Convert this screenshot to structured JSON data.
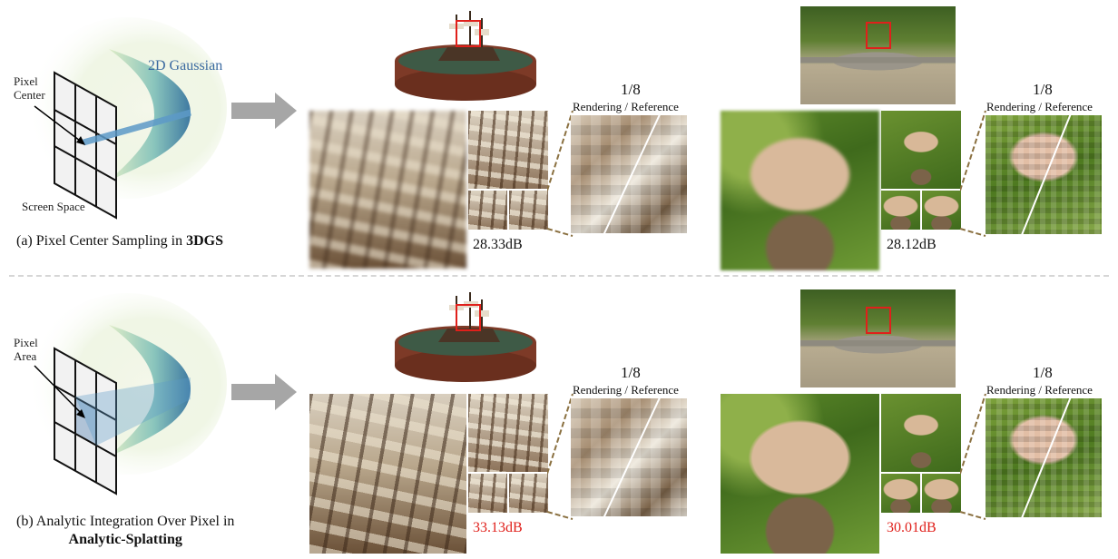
{
  "rows": [
    {
      "id": "top",
      "caption": {
        "text": "(a) Pixel Center Sampling in ",
        "bold": "3DGS"
      },
      "diagram": {
        "pixel_label": "Pixel\nCenter",
        "screen_label": "Screen Space",
        "gaussian_label": "2D Gaussian"
      },
      "ship": {
        "scale": "1/8",
        "compare": "Rendering / Reference",
        "psnr": "28.33dB",
        "psnr_color": "#111111"
      },
      "garden": {
        "scale": "1/8",
        "compare": "Rendering / Reference",
        "psnr": "28.12dB",
        "psnr_color": "#111111"
      }
    },
    {
      "id": "bottom",
      "caption": {
        "text": "(b) Analytic Integration Over Pixel in",
        "bold": "Analytic-Splatting"
      },
      "diagram": {
        "pixel_label": "Pixel\nArea"
      },
      "ship": {
        "scale": "1/8",
        "compare": "Rendering / Reference",
        "psnr": "33.13dB",
        "psnr_color": "#e0201b"
      },
      "garden": {
        "scale": "1/8",
        "compare": "Rendering / Reference",
        "psnr": "30.01dB",
        "psnr_color": "#e0201b"
      }
    }
  ],
  "colors": {
    "highlight_box": "#e0201b",
    "arrow": "#a6a6a6",
    "gaussian": "#3a6aa0",
    "divider": "#d6d6d6"
  }
}
